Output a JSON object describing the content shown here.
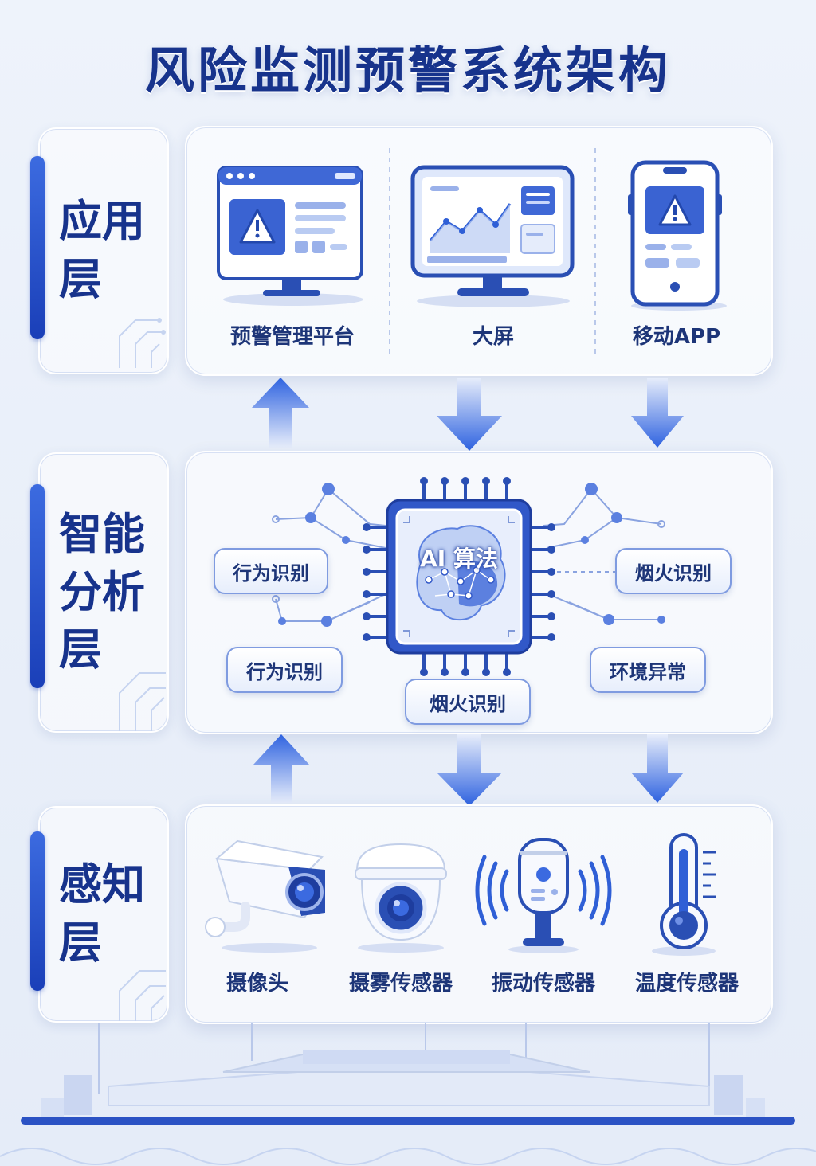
{
  "title": "风险监测预警系统架构",
  "layers": {
    "application": {
      "name_line1": "应用",
      "name_line2": "层",
      "items": [
        "预警管理平台",
        "大屏",
        "移动APP"
      ]
    },
    "analysis": {
      "name_line1": "智能",
      "name_line2": "分析层",
      "core": "AI 算法",
      "chips": [
        "行为识别",
        "烟火识别",
        "行为识别",
        "环境异常",
        "烟火识别"
      ]
    },
    "perception": {
      "name_line1": "感知",
      "name_line2": "层",
      "items": [
        "摄像头",
        "摄雾传感器",
        "振动传感器",
        "温度传感器"
      ]
    }
  },
  "icons": [
    "warning-monitor-icon",
    "big-screen-icon",
    "mobile-app-icon",
    "ai-chip-icon",
    "bullet-camera-icon",
    "dome-camera-icon",
    "vibration-sensor-icon",
    "thermometer-icon"
  ],
  "colors": {
    "primary": "#17338c",
    "accent": "#2f63e0",
    "panel": "#ffffff",
    "background": "#eaf0fa"
  }
}
